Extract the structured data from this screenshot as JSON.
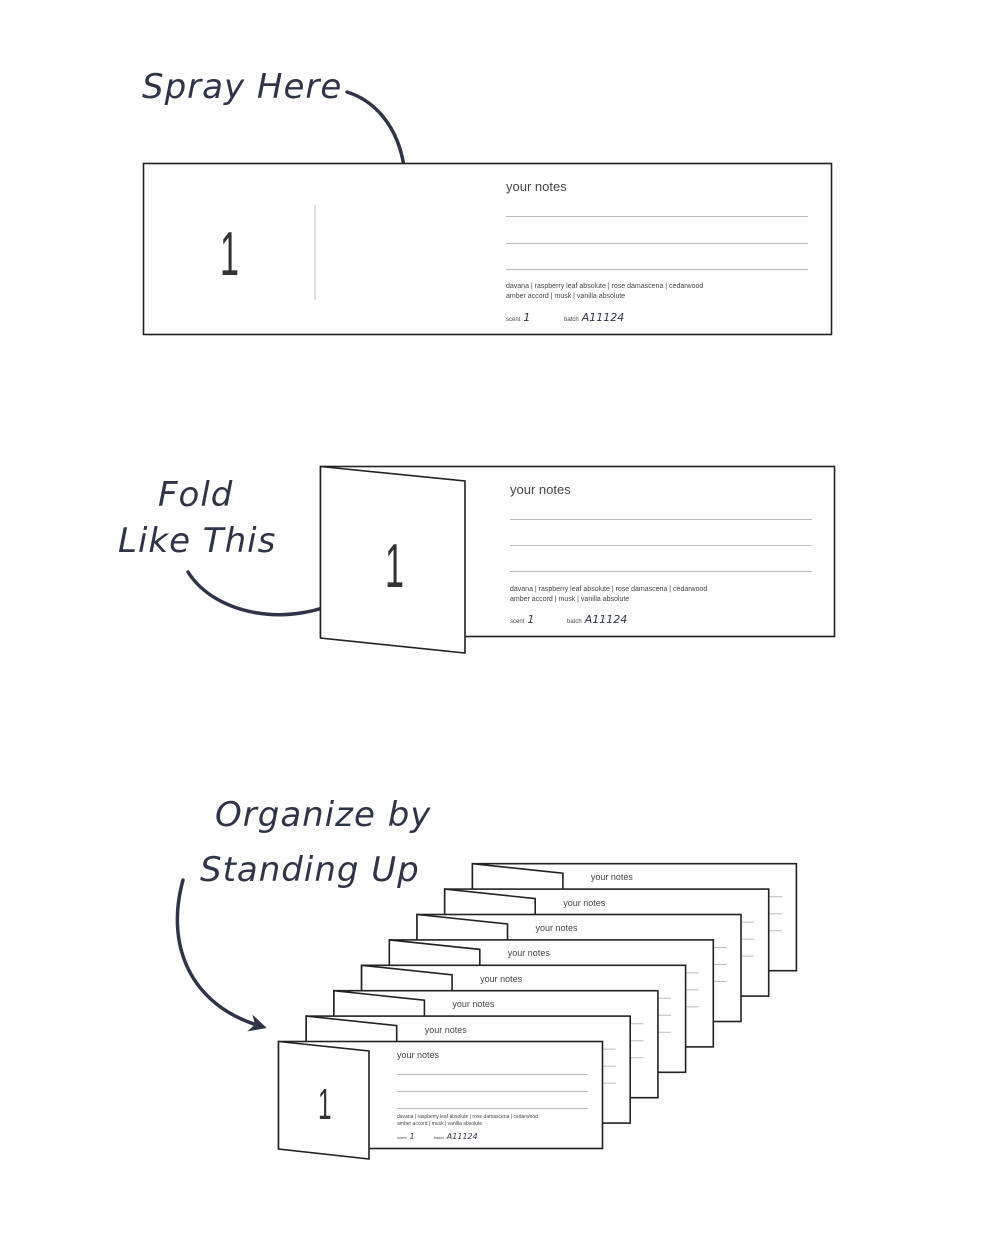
{
  "annotations": {
    "spray": "Spray Here",
    "fold_line1": "Fold",
    "fold_line2": "Like This",
    "organize_line1": "Organize by",
    "organize_line2": "Standing Up"
  },
  "card": {
    "number": "1",
    "notes_title": "your notes",
    "ingredients_line1": "davana  |  raspberry leaf absolute  |  rose damascena  |  cedarwood",
    "ingredients_line2": "amber accord  |  musk  |  vanilla absolute",
    "scent_label": "scent",
    "scent_value": "1",
    "batch_label": "batch",
    "batch_value": "A11124"
  },
  "stack": {
    "count": 8,
    "notes_title": "your notes"
  },
  "colors": {
    "ink": "#2f3548",
    "frame": "#222222",
    "rule": "#bbbbbb"
  }
}
